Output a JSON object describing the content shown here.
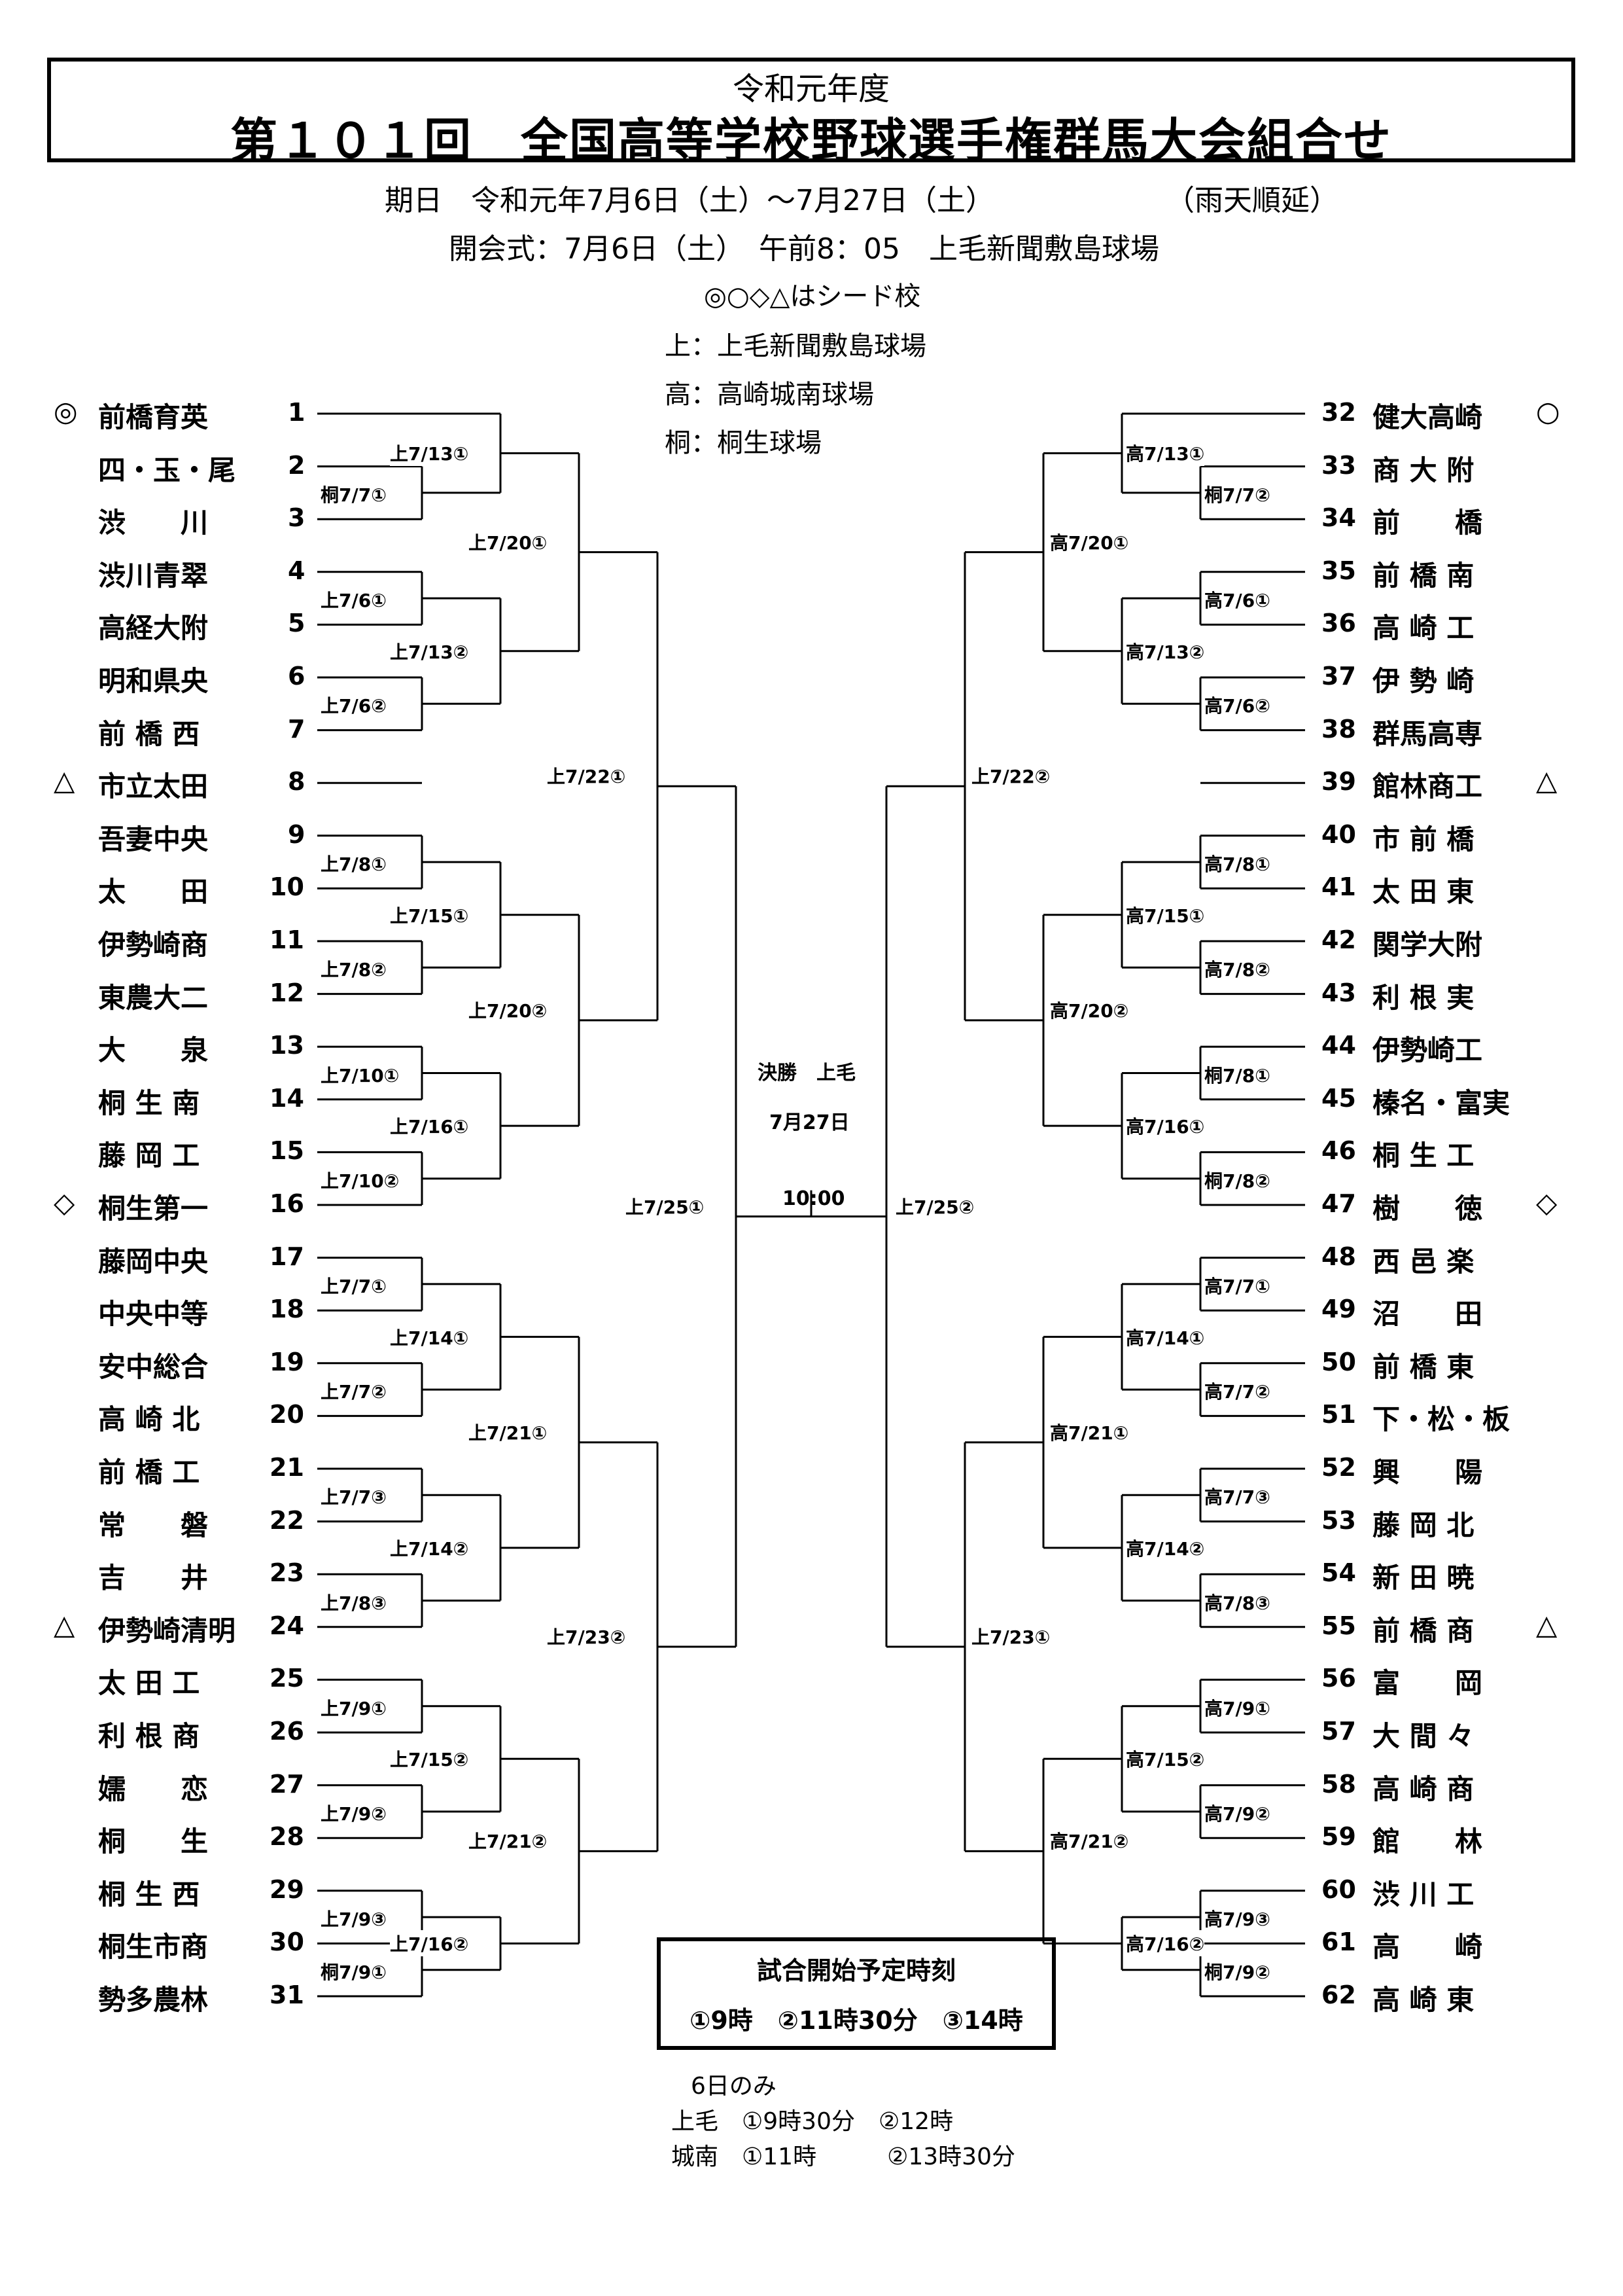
{
  "title": {
    "subtitle": "令和元年度",
    "main": "第１０１回　全国高等学校野球選手権群馬大会組合せ"
  },
  "info": {
    "period": "期日　令和元年7月6日（土）～7月27日（土）",
    "rain": "（雨天順延）",
    "opening": "開会式：7月6日（土）　午前8：05　上毛新聞敷島球場"
  },
  "legend": {
    "seed_note": "◎○◇△はシード校",
    "venues": [
      "上：上毛新聞敷島球場",
      "高：高崎城南球場",
      "桐：桐生球場"
    ]
  },
  "teams_left": [
    {
      "num": "1",
      "name": "前橋育英",
      "seed": "◎"
    },
    {
      "num": "2",
      "name": "四・玉・尾",
      "seed": ""
    },
    {
      "num": "3",
      "name": "渋　　川",
      "seed": ""
    },
    {
      "num": "4",
      "name": "渋川青翠",
      "seed": ""
    },
    {
      "num": "5",
      "name": "高経大附",
      "seed": ""
    },
    {
      "num": "6",
      "name": "明和県央",
      "seed": ""
    },
    {
      "num": "7",
      "name": "前 橋 西",
      "seed": ""
    },
    {
      "num": "8",
      "name": "市立太田",
      "seed": "△"
    },
    {
      "num": "9",
      "name": "吾妻中央",
      "seed": ""
    },
    {
      "num": "10",
      "name": "太　　田",
      "seed": ""
    },
    {
      "num": "11",
      "name": "伊勢崎商",
      "seed": ""
    },
    {
      "num": "12",
      "name": "東農大二",
      "seed": ""
    },
    {
      "num": "13",
      "name": "大　　泉",
      "seed": ""
    },
    {
      "num": "14",
      "name": "桐 生 南",
      "seed": ""
    },
    {
      "num": "15",
      "name": "藤 岡 工",
      "seed": ""
    },
    {
      "num": "16",
      "name": "桐生第一",
      "seed": "◇"
    },
    {
      "num": "17",
      "name": "藤岡中央",
      "seed": ""
    },
    {
      "num": "18",
      "name": "中央中等",
      "seed": ""
    },
    {
      "num": "19",
      "name": "安中総合",
      "seed": ""
    },
    {
      "num": "20",
      "name": "高 崎 北",
      "seed": ""
    },
    {
      "num": "21",
      "name": "前 橋 工",
      "seed": ""
    },
    {
      "num": "22",
      "name": "常　　磐",
      "seed": ""
    },
    {
      "num": "23",
      "name": "吉　　井",
      "seed": ""
    },
    {
      "num": "24",
      "name": "伊勢崎清明",
      "seed": "△"
    },
    {
      "num": "25",
      "name": "太 田 工",
      "seed": ""
    },
    {
      "num": "26",
      "name": "利 根 商",
      "seed": ""
    },
    {
      "num": "27",
      "name": "嬬　　恋",
      "seed": ""
    },
    {
      "num": "28",
      "name": "桐　　生",
      "seed": ""
    },
    {
      "num": "29",
      "name": "桐 生 西",
      "seed": ""
    },
    {
      "num": "30",
      "name": "桐生市商",
      "seed": ""
    },
    {
      "num": "31",
      "name": "勢多農林",
      "seed": ""
    }
  ],
  "teams_right": [
    {
      "num": "32",
      "name": "健大高崎",
      "seed": "○"
    },
    {
      "num": "33",
      "name": "商 大 附",
      "seed": ""
    },
    {
      "num": "34",
      "name": "前　　橋",
      "seed": ""
    },
    {
      "num": "35",
      "name": "前 橋 南",
      "seed": ""
    },
    {
      "num": "36",
      "name": "高 崎 工",
      "seed": ""
    },
    {
      "num": "37",
      "name": "伊 勢 崎",
      "seed": ""
    },
    {
      "num": "38",
      "name": "群馬高専",
      "seed": ""
    },
    {
      "num": "39",
      "name": "館林商工",
      "seed": "△"
    },
    {
      "num": "40",
      "name": "市 前 橋",
      "seed": ""
    },
    {
      "num": "41",
      "name": "太 田 東",
      "seed": ""
    },
    {
      "num": "42",
      "name": "関学大附",
      "seed": ""
    },
    {
      "num": "43",
      "name": "利 根 実",
      "seed": ""
    },
    {
      "num": "44",
      "name": "伊勢崎工",
      "seed": ""
    },
    {
      "num": "45",
      "name": "榛名・富実",
      "seed": ""
    },
    {
      "num": "46",
      "name": "桐 生 工",
      "seed": ""
    },
    {
      "num": "47",
      "name": "樹　　徳",
      "seed": "◇"
    },
    {
      "num": "48",
      "name": "西 邑 楽",
      "seed": ""
    },
    {
      "num": "49",
      "name": "沼　　田",
      "seed": ""
    },
    {
      "num": "50",
      "name": "前 橋 東",
      "seed": ""
    },
    {
      "num": "51",
      "name": "下・松・板",
      "seed": ""
    },
    {
      "num": "52",
      "name": "興　　陽",
      "seed": ""
    },
    {
      "num": "53",
      "name": "藤 岡 北",
      "seed": ""
    },
    {
      "num": "54",
      "name": "新 田 暁",
      "seed": ""
    },
    {
      "num": "55",
      "name": "前 橋 商",
      "seed": "△"
    },
    {
      "num": "56",
      "name": "富　　岡",
      "seed": ""
    },
    {
      "num": "57",
      "name": "大 間 々",
      "seed": ""
    },
    {
      "num": "58",
      "name": "高 崎 商",
      "seed": ""
    },
    {
      "num": "59",
      "name": "館　　林",
      "seed": ""
    },
    {
      "num": "60",
      "name": "渋 川 工",
      "seed": ""
    },
    {
      "num": "61",
      "name": "高　　崎",
      "seed": ""
    },
    {
      "num": "62",
      "name": "高 崎 東",
      "seed": ""
    }
  ],
  "games_left": {
    "r1": [
      "桐7/7①",
      "上7/6①",
      "上7/6②",
      "上7/8①",
      "上7/8②",
      "上7/10①",
      "上7/10②",
      "上7/7①",
      "上7/7②",
      "上7/7③",
      "上7/8③",
      "上7/9①",
      "上7/9②",
      "上7/9③",
      "桐7/9①"
    ],
    "r2": [
      "上7/13①",
      "上7/13②",
      "上7/15①",
      "上7/16①",
      "上7/14①",
      "上7/14②",
      "上7/15②",
      "上7/16②"
    ],
    "r3": [
      "上7/20①",
      "上7/20②",
      "上7/21①",
      "上7/21②"
    ],
    "r4": [
      "上7/22①",
      "上7/23②"
    ],
    "semi": "上7/25①"
  },
  "games_right": {
    "r1": [
      "桐7/7②",
      "高7/6①",
      "高7/6②",
      "高7/8①",
      "高7/8②",
      "桐7/8①",
      "桐7/8②",
      "高7/7①",
      "高7/7②",
      "高7/7③",
      "高7/8③",
      "高7/9①",
      "高7/9②",
      "高7/9③",
      "桐7/9②"
    ],
    "r2": [
      "高7/13①",
      "高7/13②",
      "高7/15①",
      "高7/16①",
      "高7/14①",
      "高7/14②",
      "高7/15②",
      "高7/16②"
    ],
    "r3": [
      "高7/20①",
      "高7/20②",
      "高7/21①",
      "高7/21②"
    ],
    "r4": [
      "上7/22②",
      "上7/23①"
    ],
    "semi": "上7/25②"
  },
  "final": {
    "label": "決勝　上毛",
    "date": "7月27日",
    "time": "10:00"
  },
  "schedule": {
    "title": "試合開始予定時刻",
    "times": "①9時　②11時30分　③14時"
  },
  "note": {
    "heading": "6日のみ",
    "line1": "上毛　①9時30分　②12時",
    "line2": "城南　①11時　　　②13時30分"
  }
}
